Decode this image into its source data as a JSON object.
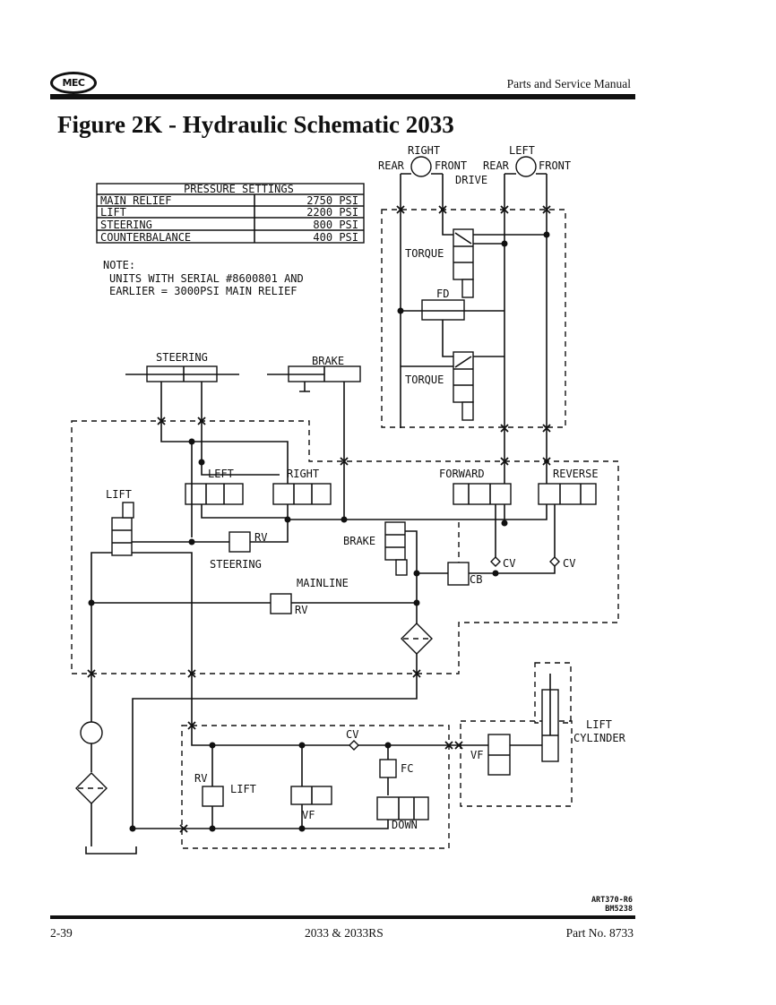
{
  "header": {
    "logo_text": "MEC",
    "manual_title": "Parts and Service Manual"
  },
  "figure": {
    "title": "Figure 2K - Hydraulic Schematic 2033"
  },
  "pressure_settings": {
    "title": "PRESSURE SETTINGS",
    "rows": [
      {
        "name": "MAIN RELIEF",
        "value": "2750 PSI"
      },
      {
        "name": "LIFT",
        "value": "2200 PSI"
      },
      {
        "name": "STEERING",
        "value": "800 PSI"
      },
      {
        "name": "COUNTERBALANCE",
        "value": "400 PSI"
      }
    ]
  },
  "note": {
    "label": "NOTE:",
    "line1": "UNITS WITH SERIAL #8600801 AND",
    "line2": "EARLIER = 3000PSI MAIN RELIEF"
  },
  "labels": {
    "right": "RIGHT",
    "left": "LEFT",
    "rear_r": "REAR",
    "front_r": "FRONT",
    "rear_l": "REAR",
    "front_l": "FRONT",
    "drive": "DRIVE",
    "torque_1": "TORQUE",
    "fd": "FD",
    "torque_2": "TORQUE",
    "steering_cyl": "STEERING",
    "brake_cyl": "BRAKE",
    "steer_left": "LEFT",
    "steer_right": "RIGHT",
    "forward": "FORWARD",
    "reverse": "REVERSE",
    "lift_valve": "LIFT",
    "rv_steering": "RV",
    "steering_rv": "STEERING",
    "brake_valve": "BRAKE",
    "cb": "CB",
    "cv_1": "CV",
    "cv_2": "CV",
    "mainline": "MAINLINE",
    "rv_mainline": "RV",
    "cv_lift": "CV",
    "fc": "FC",
    "rv_lift": "RV",
    "lift_rv": "LIFT",
    "vf_1": "VF",
    "down": "DOWN",
    "vf_2": "VF",
    "lift_cyl_1": "LIFT",
    "lift_cyl_2": "CYLINDER"
  },
  "drawing_code": {
    "line1": "ART370-R6",
    "line2": "BM5238"
  },
  "footer": {
    "page": "2-39",
    "model": "2033 & 2033RS",
    "part_no": "Part No. 8733"
  }
}
